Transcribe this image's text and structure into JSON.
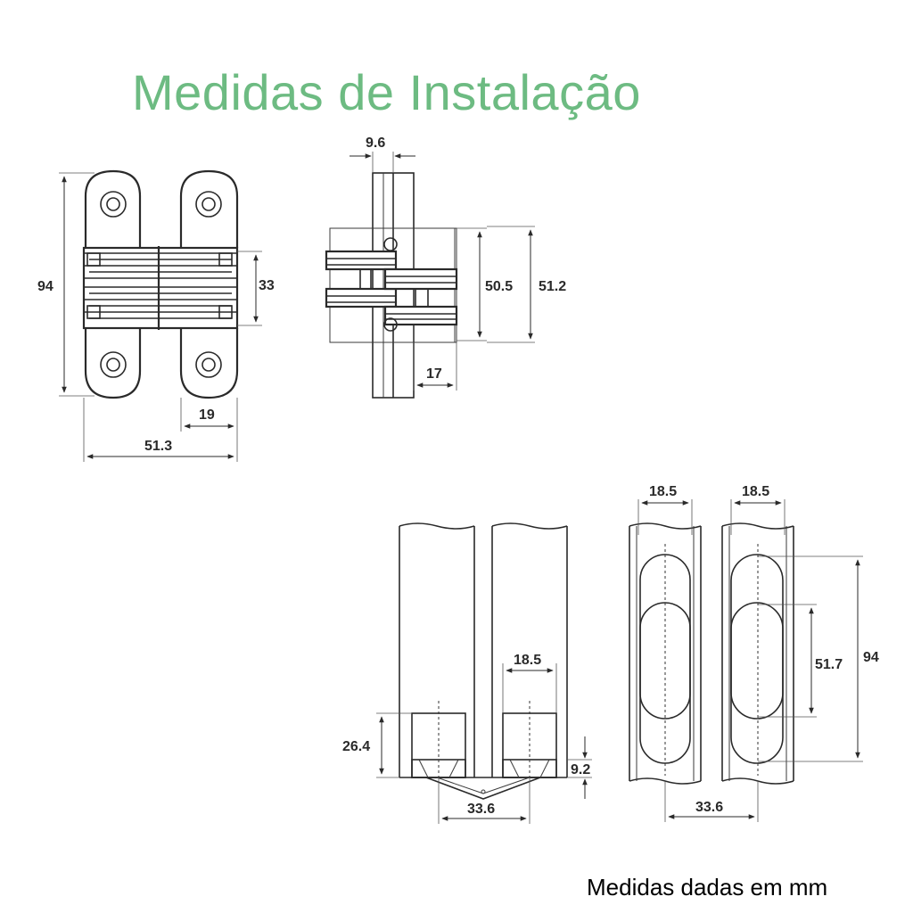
{
  "title": "Medidas de Instalação",
  "footer": "Medidas dadas em mm",
  "colors": {
    "title": "#6dbb82",
    "lines": "#2a2a2a"
  },
  "dimensions": {
    "front": {
      "height": "94",
      "pin_span": "33",
      "leaf_width": "19",
      "total_width": "51.3"
    },
    "side": {
      "thickness": "9.6",
      "body_a": "50.5",
      "body_b": "51.2",
      "depth": "17"
    },
    "cut": {
      "width": "18.5",
      "depth": "26.4",
      "offset": "9.2",
      "spacing": "33.6"
    },
    "face": {
      "width_left": "18.5",
      "width_right": "18.5",
      "slot_length": "51.7",
      "total_length": "94",
      "spacing": "33.6"
    }
  }
}
